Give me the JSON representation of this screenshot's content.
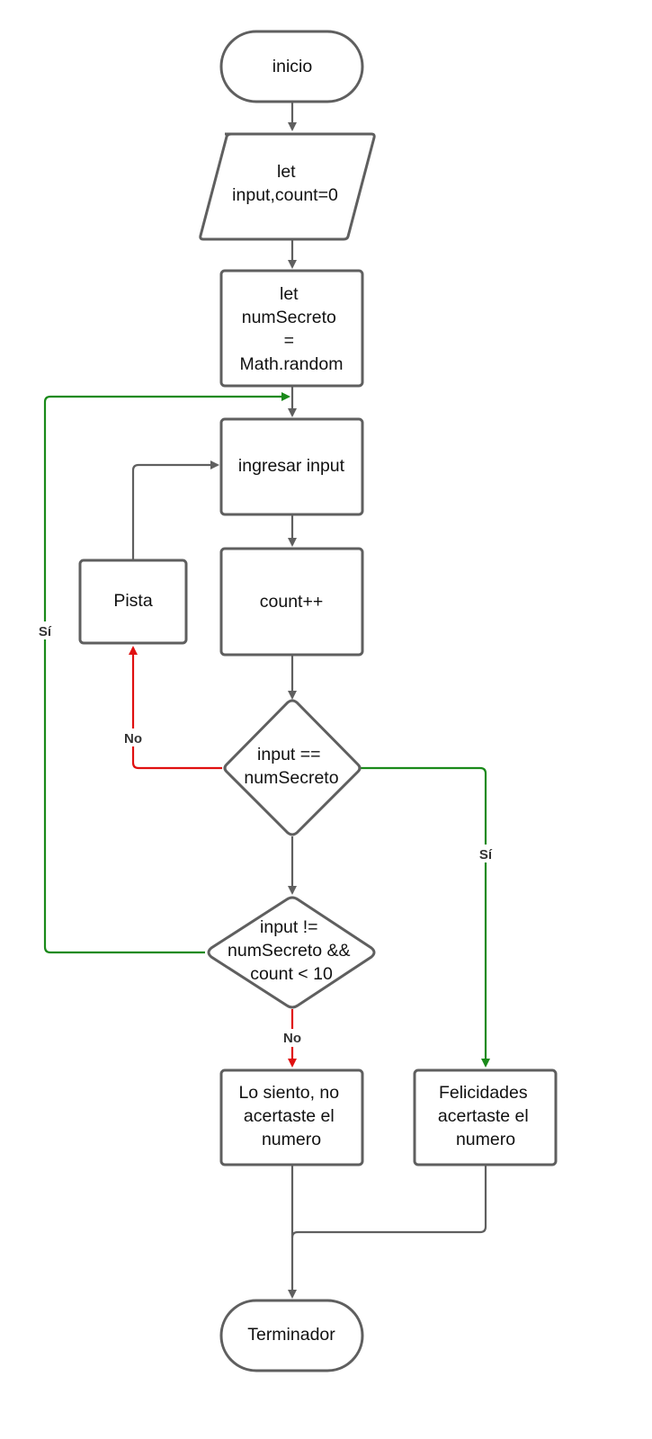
{
  "colors": {
    "stroke": "#5f5f5f",
    "yes": "#1a8a1a",
    "no": "#e01010",
    "neutral": "#5f5f5f"
  },
  "nodes": {
    "inicio": {
      "shape": "terminator",
      "lines": [
        "inicio"
      ]
    },
    "declare": {
      "shape": "parallelogram",
      "lines": [
        "let",
        "input,count=0"
      ]
    },
    "secret": {
      "shape": "process",
      "lines": [
        "let",
        "numSecreto",
        "=",
        "Math.random"
      ]
    },
    "ingresar": {
      "shape": "process",
      "lines": [
        "ingresar input"
      ]
    },
    "pista": {
      "shape": "process",
      "lines": [
        "Pista"
      ]
    },
    "count": {
      "shape": "process",
      "lines": [
        "count++"
      ]
    },
    "check1": {
      "shape": "decision",
      "lines": [
        "input ==",
        "numSecreto"
      ]
    },
    "check2": {
      "shape": "decision",
      "lines": [
        "input !=",
        "numSecreto &&",
        "count < 10"
      ]
    },
    "fail": {
      "shape": "process",
      "lines": [
        "Lo siento, no",
        "acertaste el",
        "numero"
      ]
    },
    "success": {
      "shape": "process",
      "lines": [
        "Felicidades",
        "acertaste el",
        "numero"
      ]
    },
    "end": {
      "shape": "terminator",
      "lines": [
        "Terminador"
      ]
    }
  },
  "edges": {
    "no_pista": {
      "label": "No",
      "kind": "no"
    },
    "yes_success": {
      "label": "Sí",
      "kind": "yes"
    },
    "yes_loop": {
      "label": "Sí",
      "kind": "yes"
    },
    "no_fail": {
      "label": "No",
      "kind": "no"
    }
  }
}
